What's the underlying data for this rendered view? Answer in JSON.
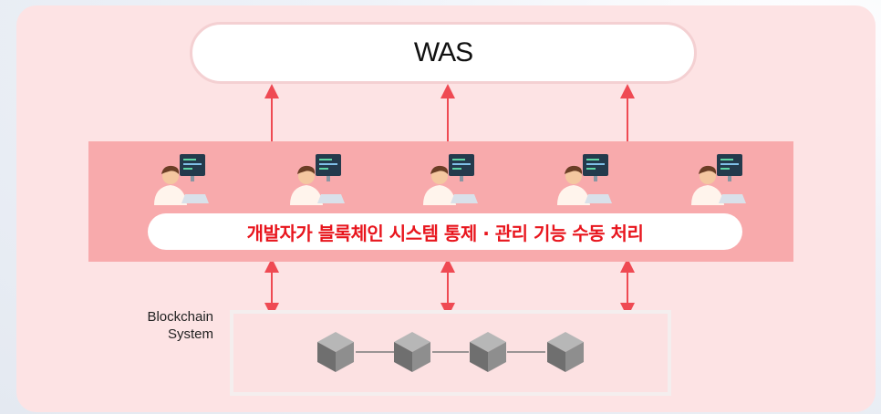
{
  "was": {
    "label": "WAS"
  },
  "developers": {
    "caption": "개발자가 블록체인 시스템 통제 · 관리 기능 수동 처리",
    "icons": [
      "developer-at-laptop",
      "developer-at-laptop",
      "developer-at-laptop",
      "developer-at-laptop",
      "developer-at-laptop"
    ]
  },
  "blockchain": {
    "label_line1": "Blockchain",
    "label_line2": "System",
    "blocks": [
      "cube",
      "cube",
      "cube",
      "cube"
    ]
  },
  "colors": {
    "panel": "#fde3e4",
    "band": "#f8aaac",
    "arrow": "#ef4a53",
    "caption": "#e8151d"
  }
}
